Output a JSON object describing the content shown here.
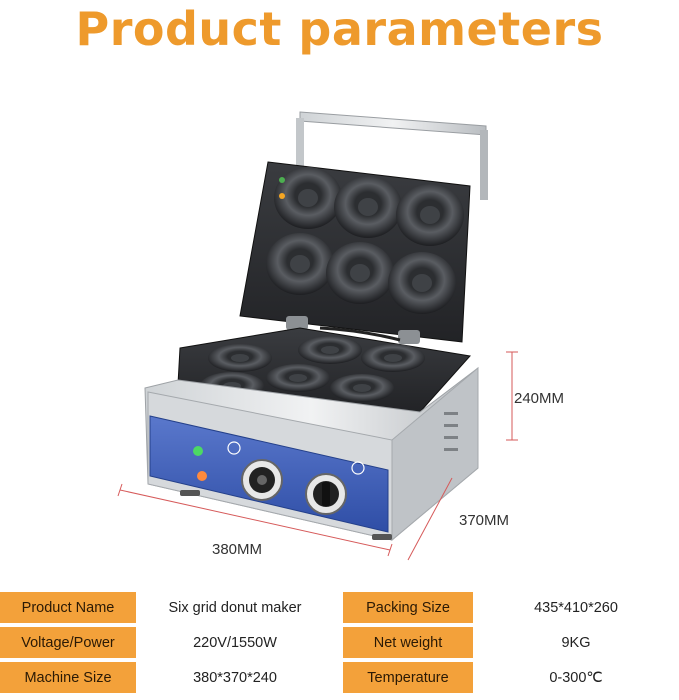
{
  "title": "Product parameters",
  "dimensions": {
    "height": "240MM",
    "depth": "370MM",
    "width": "380MM"
  },
  "parameters": [
    [
      {
        "label": "Product Name",
        "value": "Six grid donut maker"
      },
      {
        "label": "Packing Size",
        "value": "435*410*260"
      }
    ],
    [
      {
        "label": "Voltage/Power",
        "value": "220V/1550W"
      },
      {
        "label": "Net weight",
        "value": "9KG"
      }
    ],
    [
      {
        "label": "Machine Size",
        "value": "380*370*240"
      },
      {
        "label": "Temperature",
        "value": "0-300℃"
      }
    ]
  ],
  "colors": {
    "accent": "#ee9a2c",
    "label_cell": "#f3a13a",
    "control_panel": "#3f5fb5"
  }
}
